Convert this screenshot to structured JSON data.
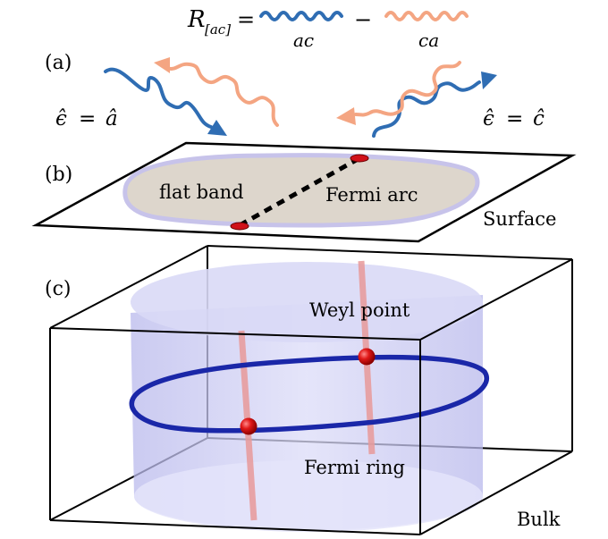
{
  "equation": {
    "lhs_symbol": "R",
    "lhs_subscript": "[ac]",
    "equals": "=",
    "minus": "−",
    "wave1_label": "ac",
    "wave2_label": "ca"
  },
  "panels": {
    "a_label": "(a)",
    "b_label": "(b)",
    "c_label": "(c)"
  },
  "polarization": {
    "left_eps": "ϵ̂",
    "left_eq": "=",
    "left_vec": "â",
    "right_eps": "ϵ̂",
    "right_eq": "=",
    "right_vec": "ĉ"
  },
  "surface": {
    "flat_band_label": "flat band",
    "fermi_arc_label": "Fermi arc",
    "surface_label": "Surface"
  },
  "bulk": {
    "weyl_point_label": "Weyl point",
    "fermi_ring_label": "Fermi ring",
    "bulk_label": "Bulk"
  },
  "colors": {
    "incident_blue": "#2f6db3",
    "scattered_orange": "#f4a582",
    "ring_blue": "#1a27a8",
    "weyl_red": "#d0101a",
    "band_fill": "#ddd6cc",
    "cylinder_fill": "#c9c9f3"
  }
}
